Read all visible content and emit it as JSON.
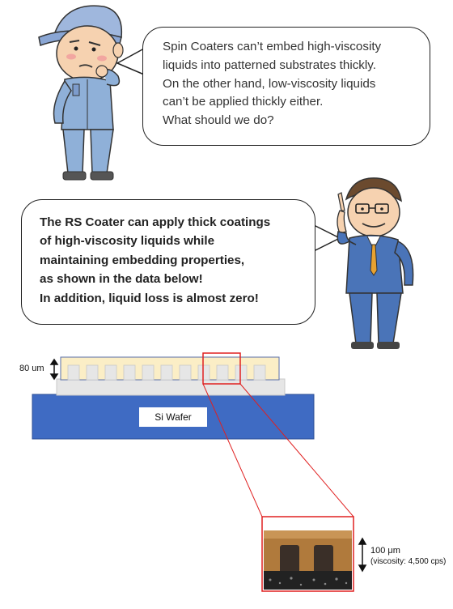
{
  "worker_bubble": {
    "lines": [
      "Spin Coaters can’t embed high-viscosity",
      "liquids into patterned substrates thickly.",
      "On the other hand, low-viscosity liquids",
      "can’t be applied thickly either.",
      "What should we do?"
    ]
  },
  "businessman_bubble": {
    "lines": [
      "The RS Coater can apply thick coatings",
      "of high-viscosity liquids while",
      "maintaining embedding properties,",
      "as shown in the data below!",
      "In addition, liquid loss is almost zero!"
    ]
  },
  "diagram": {
    "thickness_label": "80 um",
    "wafer_label": "Si Wafer",
    "scale_label": "100 μm",
    "viscosity_label": "(viscosity: 4,500 cps)",
    "colors": {
      "coating": "#fbeec6",
      "substrate": "#e6e6e6",
      "wafer": "#3f6bc3",
      "highlight": "#e02020"
    }
  }
}
